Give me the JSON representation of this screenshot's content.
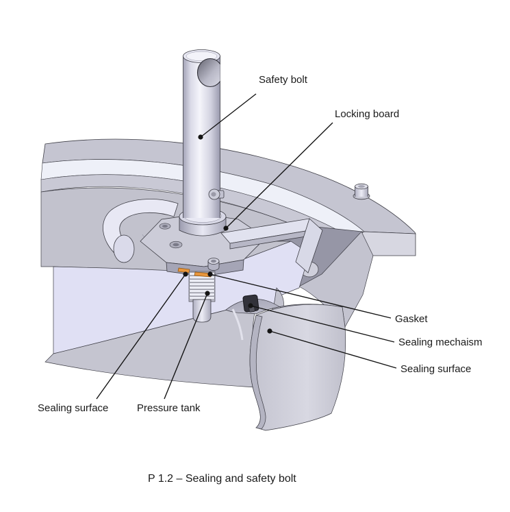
{
  "figure": {
    "caption": "P 1.2 – Sealing and safety bolt",
    "labels": {
      "safety_bolt": "Safety bolt",
      "locking_board": "Locking board",
      "gasket": "Gasket",
      "sealing_mechanism": "Sealing mechaism",
      "sealing_surface_right": "Sealing surface",
      "sealing_surface_left": "Sealing surface",
      "pressure_tank": "Pressure tank"
    },
    "colors": {
      "background": "#ffffff",
      "part_gray": "#c6c6d2",
      "highlight_band": "#eef0f8",
      "section_lavender": "#e0e0f4",
      "gasket_orange": "#e8963c",
      "seal_black": "#32323a",
      "outline": "#3c3c44",
      "label_text": "#1a1a1a"
    }
  }
}
